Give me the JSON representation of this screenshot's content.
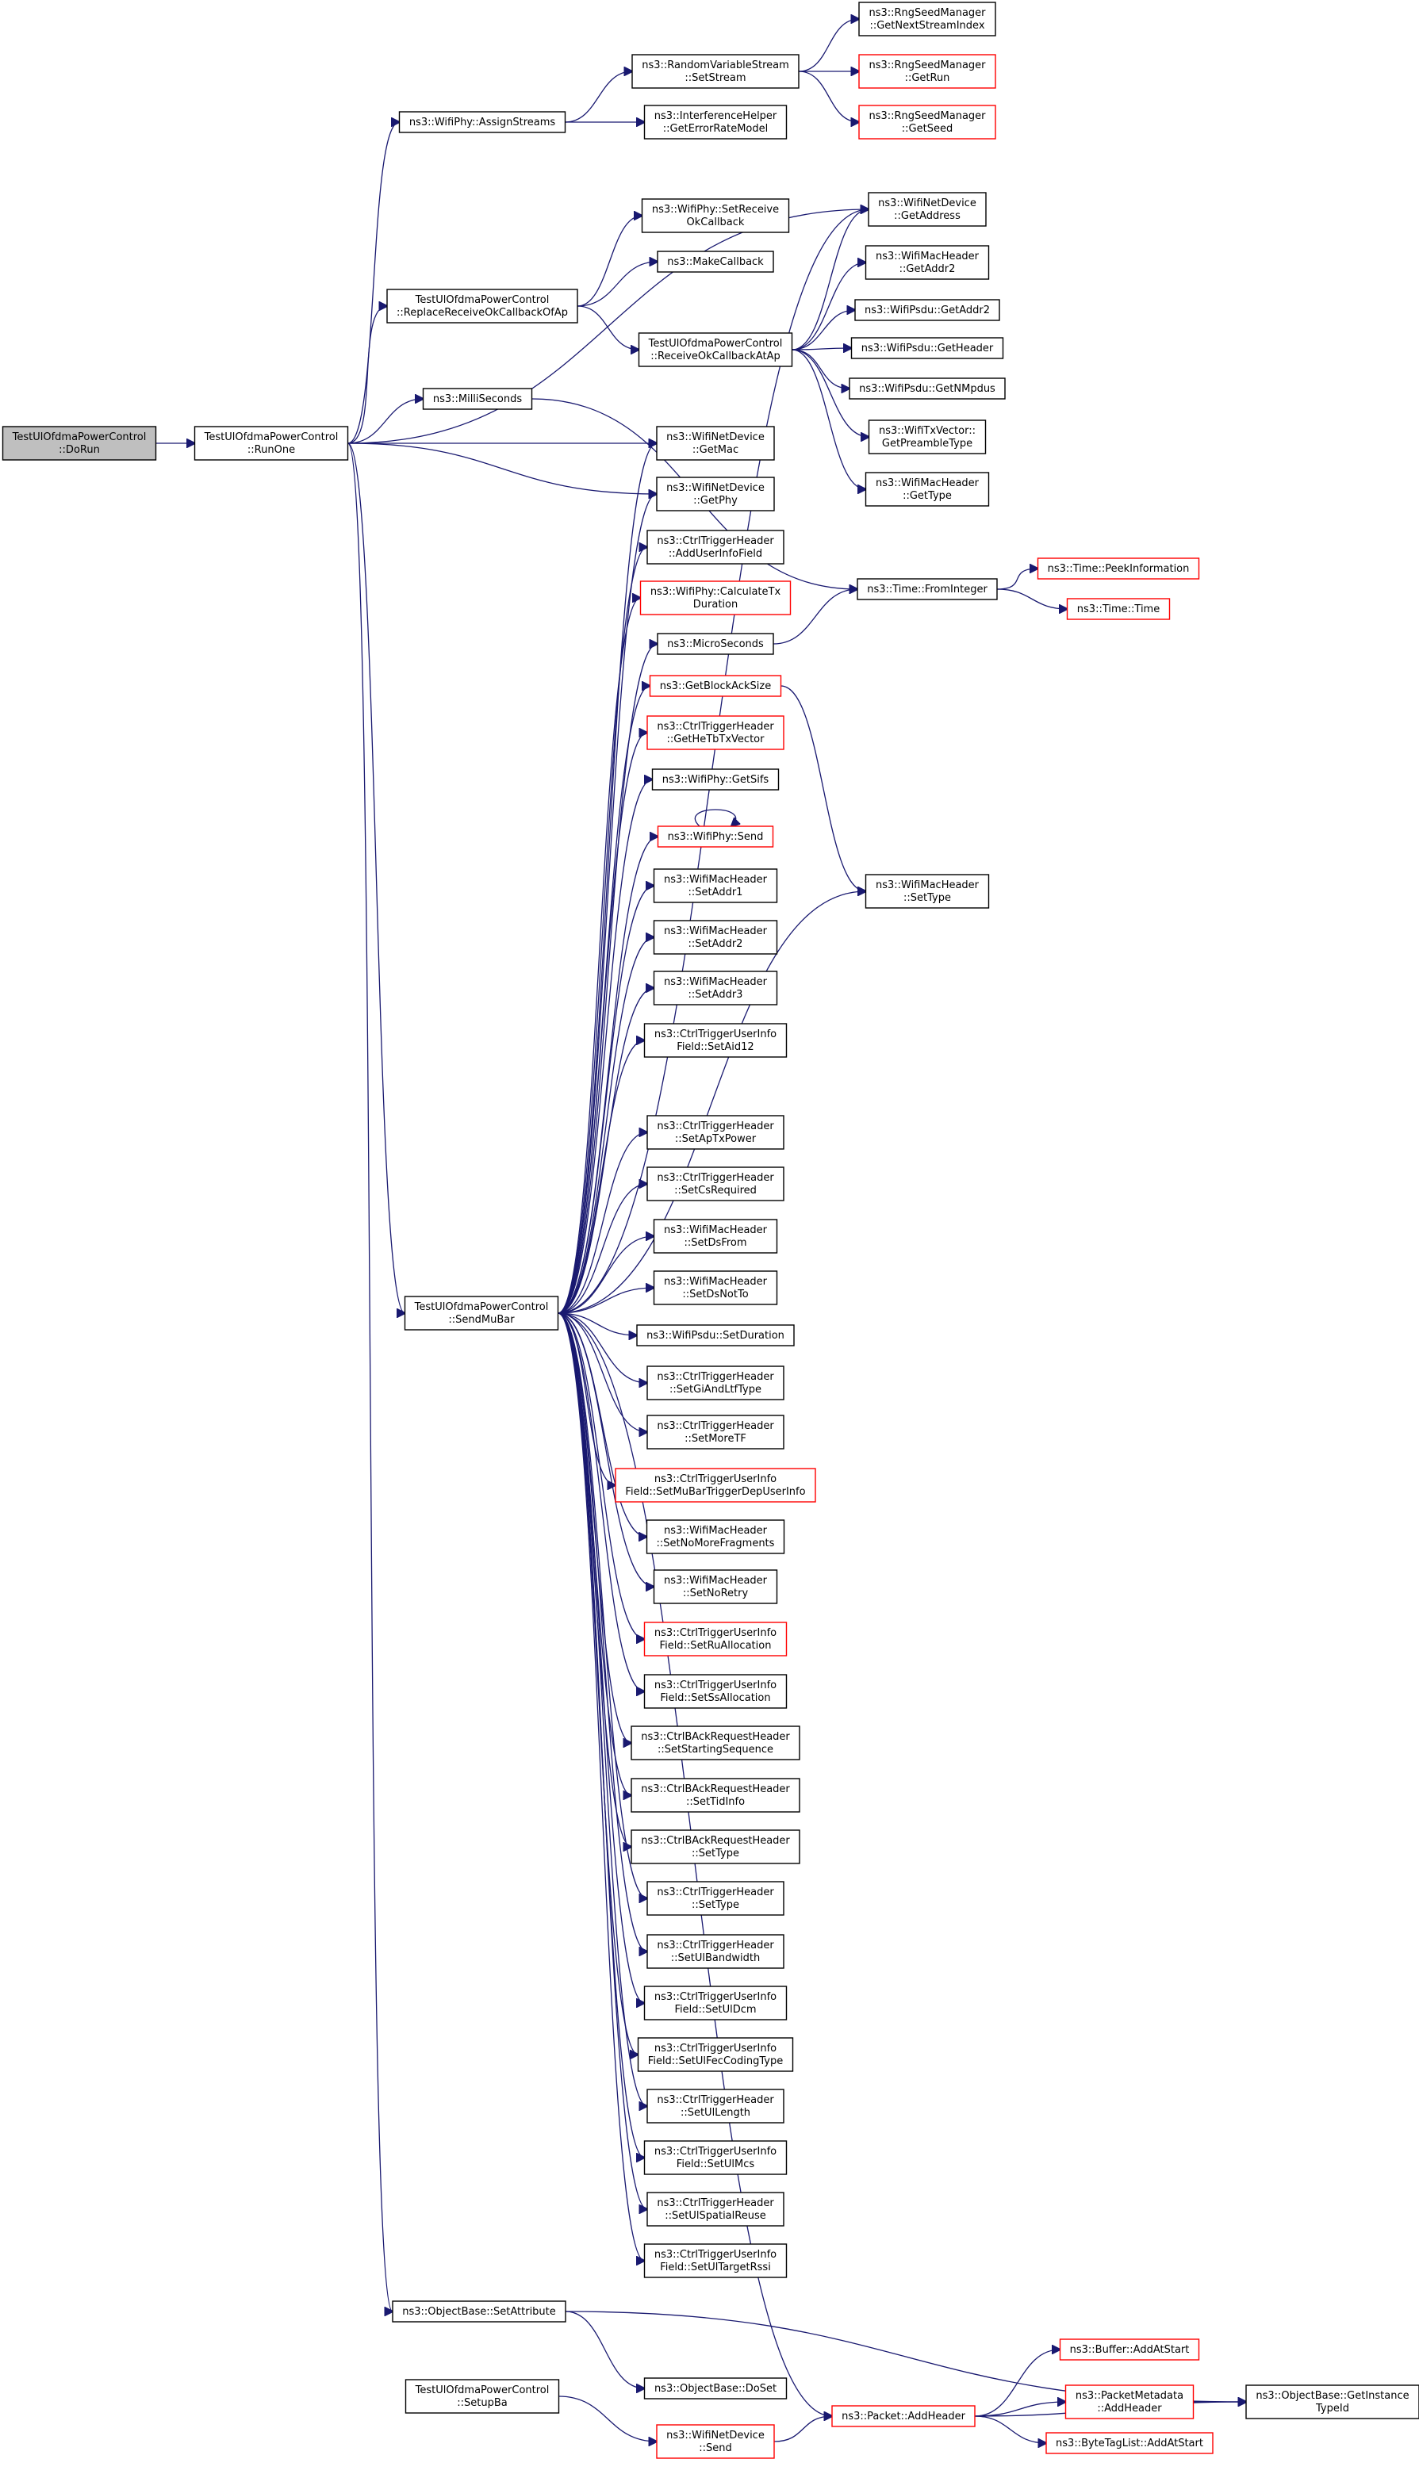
{
  "graph": {
    "edge_color": "#191970",
    "node_border_color": "#000000",
    "incomplete_node_border_color": "#ff0000",
    "root_fill_color": "#bfbfbf",
    "nodes": [
      {
        "id": "DoRun",
        "lines": [
          "TestUlOfdmaPowerControl",
          "::DoRun"
        ],
        "root": true
      },
      {
        "id": "RunOne",
        "lines": [
          "TestUlOfdmaPowerControl",
          "::RunOne"
        ]
      },
      {
        "id": "AssignStreams",
        "lines": [
          "ns3::WifiPhy::AssignStreams"
        ]
      },
      {
        "id": "RVSetStream",
        "lines": [
          "ns3::RandomVariableStream",
          "::SetStream"
        ]
      },
      {
        "id": "GetErrorRateModel",
        "lines": [
          "ns3::InterferenceHelper",
          "::GetErrorRateModel"
        ]
      },
      {
        "id": "GetNextStreamIndex",
        "lines": [
          "ns3::RngSeedManager",
          "::GetNextStreamIndex"
        ]
      },
      {
        "id": "GetRun",
        "lines": [
          "ns3::RngSeedManager",
          "::GetRun"
        ],
        "red": true
      },
      {
        "id": "GetSeed",
        "lines": [
          "ns3::RngSeedManager",
          "::GetSeed"
        ],
        "red": true
      },
      {
        "id": "GetAddress",
        "lines": [
          "ns3::WifiNetDevice",
          "::GetAddress"
        ]
      },
      {
        "id": "SetReceiveOkCallback",
        "lines": [
          "ns3::WifiPhy::SetReceive",
          "OkCallback"
        ]
      },
      {
        "id": "MakeCallback",
        "lines": [
          "ns3::MakeCallback"
        ]
      },
      {
        "id": "ReplaceRecv",
        "lines": [
          "TestUlOfdmaPowerControl",
          "::ReplaceReceiveOkCallbackOfAp"
        ]
      },
      {
        "id": "ReceiveOkAtAp",
        "lines": [
          "TestUlOfdmaPowerControl",
          "::ReceiveOkCallbackAtAp"
        ]
      },
      {
        "id": "MacGetAddr2",
        "lines": [
          "ns3::WifiMacHeader",
          "::GetAddr2"
        ]
      },
      {
        "id": "PsduGetAddr2",
        "lines": [
          "ns3::WifiPsdu::GetAddr2"
        ]
      },
      {
        "id": "PsduGetHeader",
        "lines": [
          "ns3::WifiPsdu::GetHeader"
        ]
      },
      {
        "id": "PsduGetNMpdus",
        "lines": [
          "ns3::WifiPsdu::GetNMpdus"
        ]
      },
      {
        "id": "GetPreambleType",
        "lines": [
          "ns3::WifiTxVector::",
          "GetPreambleType"
        ]
      },
      {
        "id": "MacGetType",
        "lines": [
          "ns3::WifiMacHeader",
          "::GetType"
        ]
      },
      {
        "id": "MilliSeconds",
        "lines": [
          "ns3::MilliSeconds"
        ]
      },
      {
        "id": "GetMac",
        "lines": [
          "ns3::WifiNetDevice",
          "::GetMac"
        ]
      },
      {
        "id": "GetPhy",
        "lines": [
          "ns3::WifiNetDevice",
          "::GetPhy"
        ]
      },
      {
        "id": "AddUserInfoField",
        "lines": [
          "ns3::CtrlTriggerHeader",
          "::AddUserInfoField"
        ]
      },
      {
        "id": "CalculateTxDuration",
        "lines": [
          "ns3::WifiPhy::CalculateTx",
          "Duration"
        ],
        "red": true
      },
      {
        "id": "MicroSeconds",
        "lines": [
          "ns3::MicroSeconds"
        ]
      },
      {
        "id": "FromInteger",
        "lines": [
          "ns3::Time::FromInteger"
        ]
      },
      {
        "id": "PeekInformation",
        "lines": [
          "ns3::Time::PeekInformation"
        ],
        "red": true
      },
      {
        "id": "TimeTime",
        "lines": [
          "ns3::Time::Time"
        ],
        "red": true
      },
      {
        "id": "GetBlockAckSize",
        "lines": [
          "ns3::GetBlockAckSize"
        ],
        "red": true
      },
      {
        "id": "GetHeTbTxVector",
        "lines": [
          "ns3::CtrlTriggerHeader",
          "::GetHeTbTxVector"
        ],
        "red": true
      },
      {
        "id": "GetSifs",
        "lines": [
          "ns3::WifiPhy::GetSifs"
        ]
      },
      {
        "id": "PhySend",
        "lines": [
          "ns3::WifiPhy::Send"
        ],
        "red": true
      },
      {
        "id": "MacSetType",
        "lines": [
          "ns3::WifiMacHeader",
          "::SetType"
        ]
      },
      {
        "id": "SetAddr1",
        "lines": [
          "ns3::WifiMacHeader",
          "::SetAddr1"
        ]
      },
      {
        "id": "SetAddr2",
        "lines": [
          "ns3::WifiMacHeader",
          "::SetAddr2"
        ]
      },
      {
        "id": "SetAddr3",
        "lines": [
          "ns3::WifiMacHeader",
          "::SetAddr3"
        ]
      },
      {
        "id": "SetAid12",
        "lines": [
          "ns3::CtrlTriggerUserInfo",
          "Field::SetAid12"
        ]
      },
      {
        "id": "SetApTxPower",
        "lines": [
          "ns3::CtrlTriggerHeader",
          "::SetApTxPower"
        ]
      },
      {
        "id": "SetCsRequired",
        "lines": [
          "ns3::CtrlTriggerHeader",
          "::SetCsRequired"
        ]
      },
      {
        "id": "SetDsFrom",
        "lines": [
          "ns3::WifiMacHeader",
          "::SetDsFrom"
        ]
      },
      {
        "id": "SetDsNotTo",
        "lines": [
          "ns3::WifiMacHeader",
          "::SetDsNotTo"
        ]
      },
      {
        "id": "SendMuBar",
        "lines": [
          "TestUlOfdmaPowerControl",
          "::SendMuBar"
        ]
      },
      {
        "id": "PsduSetDuration",
        "lines": [
          "ns3::WifiPsdu::SetDuration"
        ]
      },
      {
        "id": "SetGiAndLtfType",
        "lines": [
          "ns3::CtrlTriggerHeader",
          "::SetGiAndLtfType"
        ]
      },
      {
        "id": "SetMoreTF",
        "lines": [
          "ns3::CtrlTriggerHeader",
          "::SetMoreTF"
        ]
      },
      {
        "id": "SetMuBarTriggerDepUserInfo",
        "lines": [
          "ns3::CtrlTriggerUserInfo",
          "Field::SetMuBarTriggerDepUserInfo"
        ],
        "red": true
      },
      {
        "id": "SetNoMoreFragments",
        "lines": [
          "ns3::WifiMacHeader",
          "::SetNoMoreFragments"
        ]
      },
      {
        "id": "SetNoRetry",
        "lines": [
          "ns3::WifiMacHeader",
          "::SetNoRetry"
        ]
      },
      {
        "id": "SetRuAllocation",
        "lines": [
          "ns3::CtrlTriggerUserInfo",
          "Field::SetRuAllocation"
        ],
        "red": true
      },
      {
        "id": "SetSsAllocation",
        "lines": [
          "ns3::CtrlTriggerUserInfo",
          "Field::SetSsAllocation"
        ]
      },
      {
        "id": "SetStartingSequence",
        "lines": [
          "ns3::CtrlBAckRequestHeader",
          "::SetStartingSequence"
        ]
      },
      {
        "id": "SetTidInfo",
        "lines": [
          "ns3::CtrlBAckRequestHeader",
          "::SetTidInfo"
        ]
      },
      {
        "id": "BarSetType",
        "lines": [
          "ns3::CtrlBAckRequestHeader",
          "::SetType"
        ]
      },
      {
        "id": "TrigSetType",
        "lines": [
          "ns3::CtrlTriggerHeader",
          "::SetType"
        ]
      },
      {
        "id": "SetUlBandwidth",
        "lines": [
          "ns3::CtrlTriggerHeader",
          "::SetUlBandwidth"
        ]
      },
      {
        "id": "SetUlDcm",
        "lines": [
          "ns3::CtrlTriggerUserInfo",
          "Field::SetUlDcm"
        ]
      },
      {
        "id": "SetUlFecCodingType",
        "lines": [
          "ns3::CtrlTriggerUserInfo",
          "Field::SetUlFecCodingType"
        ]
      },
      {
        "id": "SetUlLength",
        "lines": [
          "ns3::CtrlTriggerHeader",
          "::SetUlLength"
        ]
      },
      {
        "id": "SetUlMcs",
        "lines": [
          "ns3::CtrlTriggerUserInfo",
          "Field::SetUlMcs"
        ]
      },
      {
        "id": "SetUlSpatialReuse",
        "lines": [
          "ns3::CtrlTriggerHeader",
          "::SetUlSpatialReuse"
        ]
      },
      {
        "id": "SetUlTargetRssi",
        "lines": [
          "ns3::CtrlTriggerUserInfo",
          "Field::SetUlTargetRssi"
        ]
      },
      {
        "id": "SetAttribute",
        "lines": [
          "ns3::ObjectBase::SetAttribute"
        ]
      },
      {
        "id": "DoSet",
        "lines": [
          "ns3::ObjectBase::DoSet"
        ]
      },
      {
        "id": "SetupBa",
        "lines": [
          "TestUlOfdmaPowerControl",
          "::SetupBa"
        ]
      },
      {
        "id": "DevSend",
        "lines": [
          "ns3::WifiNetDevice",
          "::Send"
        ],
        "red": true
      },
      {
        "id": "PacketAddHeader",
        "lines": [
          "ns3::Packet::AddHeader"
        ],
        "red": true
      },
      {
        "id": "BufferAddAtStart",
        "lines": [
          "ns3::Buffer::AddAtStart"
        ],
        "red": true
      },
      {
        "id": "PacketMetadataAddHeader",
        "lines": [
          "ns3::PacketMetadata",
          "::AddHeader"
        ],
        "red": true
      },
      {
        "id": "ByteTagListAddAtStart",
        "lines": [
          "ns3::ByteTagList::AddAtStart"
        ],
        "red": true
      },
      {
        "id": "GetInstanceTypeId",
        "lines": [
          "ns3::ObjectBase::GetInstance",
          "TypeId"
        ]
      }
    ],
    "edges": [
      [
        "DoRun",
        "RunOne"
      ],
      [
        "RunOne",
        "AssignStreams"
      ],
      [
        "RunOne",
        "GetAddress"
      ],
      [
        "RunOne",
        "ReplaceRecv"
      ],
      [
        "RunOne",
        "MilliSeconds"
      ],
      [
        "RunOne",
        "GetMac"
      ],
      [
        "RunOne",
        "GetPhy"
      ],
      [
        "RunOne",
        "SendMuBar"
      ],
      [
        "RunOne",
        "SetAttribute"
      ],
      [
        "AssignStreams",
        "RVSetStream"
      ],
      [
        "AssignStreams",
        "GetErrorRateModel"
      ],
      [
        "RVSetStream",
        "GetNextStreamIndex"
      ],
      [
        "RVSetStream",
        "GetRun"
      ],
      [
        "RVSetStream",
        "GetSeed"
      ],
      [
        "ReplaceRecv",
        "SetReceiveOkCallback"
      ],
      [
        "ReplaceRecv",
        "MakeCallback"
      ],
      [
        "ReplaceRecv",
        "ReceiveOkAtAp"
      ],
      [
        "ReceiveOkAtAp",
        "GetAddress"
      ],
      [
        "ReceiveOkAtAp",
        "MacGetAddr2"
      ],
      [
        "ReceiveOkAtAp",
        "PsduGetAddr2"
      ],
      [
        "ReceiveOkAtAp",
        "PsduGetHeader"
      ],
      [
        "ReceiveOkAtAp",
        "PsduGetNMpdus"
      ],
      [
        "ReceiveOkAtAp",
        "GetPreambleType"
      ],
      [
        "ReceiveOkAtAp",
        "MacGetType"
      ],
      [
        "MilliSeconds",
        "FromInteger"
      ],
      [
        "MicroSeconds",
        "FromInteger"
      ],
      [
        "FromInteger",
        "PeekInformation"
      ],
      [
        "FromInteger",
        "TimeTime"
      ],
      [
        "GetBlockAckSize",
        "MacSetType"
      ],
      [
        "PhySend",
        "PhySend"
      ],
      [
        "SendMuBar",
        "GetAddress"
      ],
      [
        "SendMuBar",
        "GetMac"
      ],
      [
        "SendMuBar",
        "GetPhy"
      ],
      [
        "SendMuBar",
        "AddUserInfoField"
      ],
      [
        "SendMuBar",
        "CalculateTxDuration"
      ],
      [
        "SendMuBar",
        "MicroSeconds"
      ],
      [
        "SendMuBar",
        "GetBlockAckSize"
      ],
      [
        "SendMuBar",
        "GetHeTbTxVector"
      ],
      [
        "SendMuBar",
        "GetSifs"
      ],
      [
        "SendMuBar",
        "PhySend"
      ],
      [
        "SendMuBar",
        "SetAddr1"
      ],
      [
        "SendMuBar",
        "SetAddr2"
      ],
      [
        "SendMuBar",
        "SetAddr3"
      ],
      [
        "SendMuBar",
        "SetAid12"
      ],
      [
        "SendMuBar",
        "MacSetType"
      ],
      [
        "SendMuBar",
        "SetApTxPower"
      ],
      [
        "SendMuBar",
        "SetCsRequired"
      ],
      [
        "SendMuBar",
        "SetDsFrom"
      ],
      [
        "SendMuBar",
        "SetDsNotTo"
      ],
      [
        "SendMuBar",
        "PsduSetDuration"
      ],
      [
        "SendMuBar",
        "SetGiAndLtfType"
      ],
      [
        "SendMuBar",
        "SetMoreTF"
      ],
      [
        "SendMuBar",
        "SetMuBarTriggerDepUserInfo"
      ],
      [
        "SendMuBar",
        "SetNoMoreFragments"
      ],
      [
        "SendMuBar",
        "SetNoRetry"
      ],
      [
        "SendMuBar",
        "SetRuAllocation"
      ],
      [
        "SendMuBar",
        "SetSsAllocation"
      ],
      [
        "SendMuBar",
        "SetStartingSequence"
      ],
      [
        "SendMuBar",
        "SetTidInfo"
      ],
      [
        "SendMuBar",
        "BarSetType"
      ],
      [
        "SendMuBar",
        "TrigSetType"
      ],
      [
        "SendMuBar",
        "SetUlBandwidth"
      ],
      [
        "SendMuBar",
        "SetUlDcm"
      ],
      [
        "SendMuBar",
        "SetUlFecCodingType"
      ],
      [
        "SendMuBar",
        "SetUlLength"
      ],
      [
        "SendMuBar",
        "SetUlMcs"
      ],
      [
        "SendMuBar",
        "SetUlSpatialReuse"
      ],
      [
        "SendMuBar",
        "SetUlTargetRssi"
      ],
      [
        "SendMuBar",
        "PacketAddHeader"
      ],
      [
        "SetAttribute",
        "DoSet"
      ],
      [
        "SetAttribute",
        "GetInstanceTypeId"
      ],
      [
        "SetupBa",
        "DevSend"
      ],
      [
        "DevSend",
        "PacketAddHeader"
      ],
      [
        "PacketAddHeader",
        "BufferAddAtStart"
      ],
      [
        "PacketAddHeader",
        "PacketMetadataAddHeader"
      ],
      [
        "PacketAddHeader",
        "ByteTagListAddAtStart"
      ],
      [
        "PacketAddHeader",
        "GetInstanceTypeId"
      ],
      [
        "PacketMetadataAddHeader",
        "GetInstanceTypeId"
      ]
    ]
  }
}
